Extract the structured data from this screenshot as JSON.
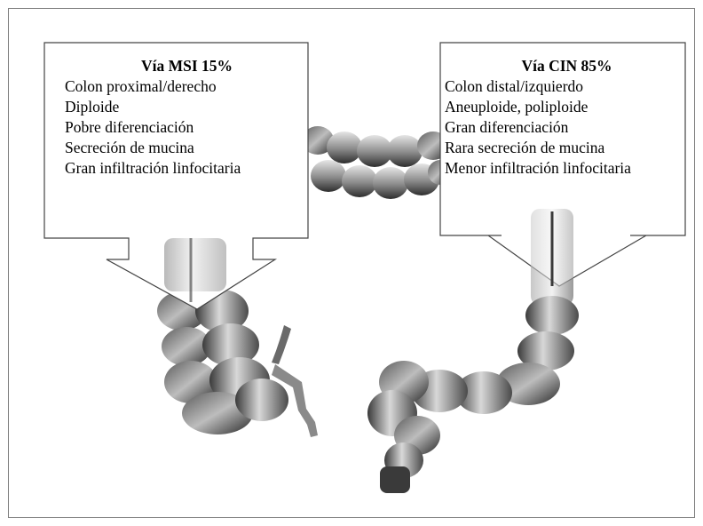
{
  "callouts": {
    "msi": {
      "title": "Vía MSI 15%",
      "items": [
        "Colon proximal/derecho",
        "Diploide",
        "Pobre diferenciación",
        "Secreción de mucina",
        "Gran infiltración linfocitaria"
      ]
    },
    "cin": {
      "title": "Vía CIN 85%",
      "items": [
        "Colon distal/izquierdo",
        "Aneuploide, poliploide",
        "Gran diferenciación",
        "Rara secreción de mucina",
        "Menor infiltración linfocitaria"
      ]
    }
  },
  "colors": {
    "frame_border": "#7f7f7f",
    "callout_border": "#444444",
    "callout_fill": "#ffffff",
    "colon_light": "#e8e8e8",
    "colon_dark": "#2a2a2a"
  }
}
